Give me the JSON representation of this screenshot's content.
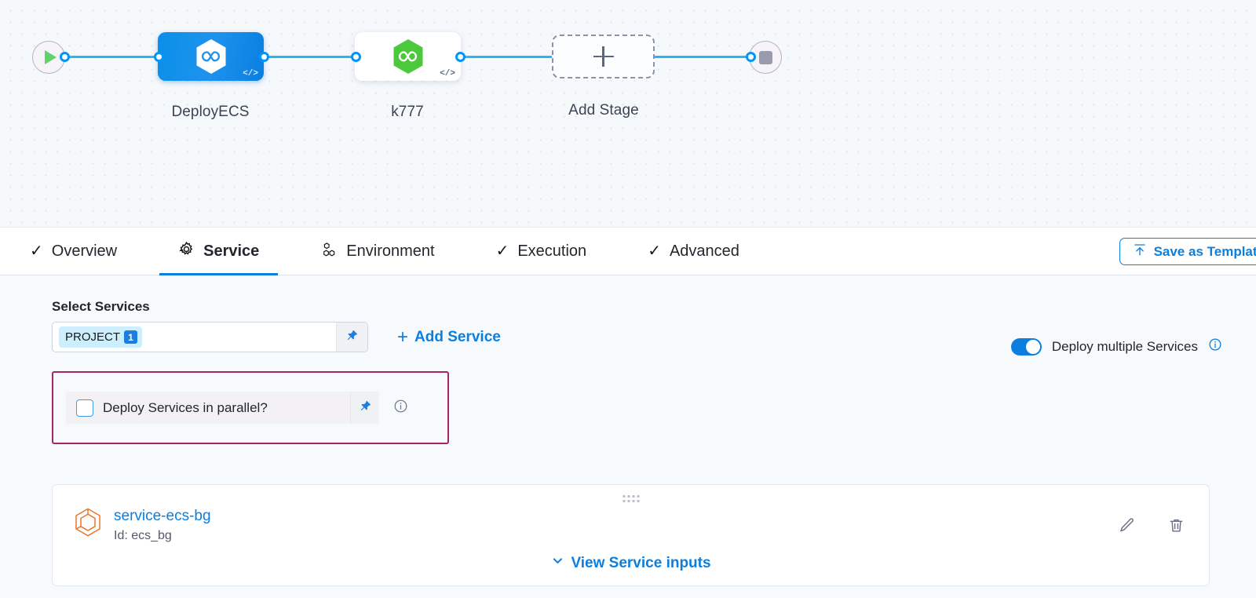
{
  "canvas": {
    "start_node": "start-node",
    "end_node": "end-node",
    "stages": [
      {
        "name": "DeployECS",
        "type": "deployment",
        "color": "#1d93ee",
        "code_badge": "</>"
      },
      {
        "name": "k777",
        "type": "deployment",
        "color": "#4cc83c",
        "code_badge": "</>"
      }
    ],
    "add_stage_label": "Add Stage"
  },
  "tabs": [
    {
      "label": "Overview",
      "icon": "check-icon",
      "active": false
    },
    {
      "label": "Service",
      "icon": "gear-icon",
      "active": true
    },
    {
      "label": "Environment",
      "icon": "hexagon-cluster-icon",
      "active": false
    },
    {
      "label": "Execution",
      "icon": "check-icon",
      "active": false
    },
    {
      "label": "Advanced",
      "icon": "check-icon",
      "active": false
    }
  ],
  "toolbar": {
    "save_template_label": "Save as Template",
    "save_icon": "upload-template-icon"
  },
  "service_tab": {
    "select_services_label": "Select Services",
    "selected_chip": {
      "label": "PROJECT",
      "count": "1"
    },
    "add_service_label": "Add Service",
    "add_service_plus": "+",
    "pin_icon": "pin-icon",
    "deploy_multiple": {
      "label": "Deploy multiple Services",
      "enabled": true,
      "info_icon": "info-icon"
    },
    "parallel_checkbox": {
      "label": "Deploy Services in parallel?",
      "checked": false,
      "highlight_color": "#a2266b",
      "pin_icon": "pin-icon",
      "info_icon": "info-icon"
    },
    "service_card": {
      "name": "service-ecs-bg",
      "id_label": "Id: ecs_bg",
      "icon": "hexagon-service-icon",
      "edit_icon": "pencil-icon",
      "delete_icon": "trash-icon",
      "drag_handle": "drag-dots-icon",
      "view_inputs_label": "View Service inputs",
      "view_inputs_chevron": "chevron-down-icon"
    }
  }
}
